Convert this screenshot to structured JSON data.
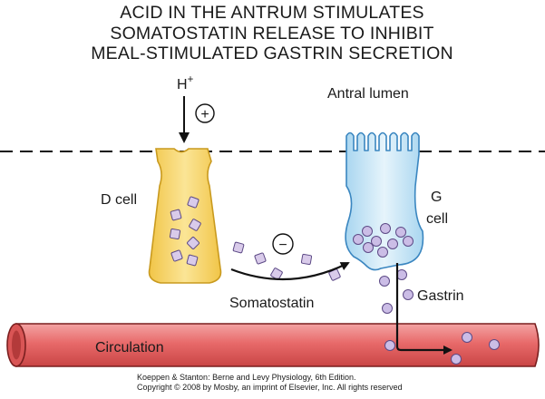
{
  "title": {
    "line1": "ACID IN THE ANTRUM STIMULATES",
    "line2": "SOMATOSTATIN RELEASE TO INHIBIT",
    "line3": "MEAL-STIMULATED GASTRIN SECRETION"
  },
  "labels": {
    "h_ion": "H",
    "h_charge": "+",
    "plus_sign": "+",
    "minus_sign": "−",
    "antral_lumen": "Antral lumen",
    "d_cell": "D cell",
    "g_cell_line1": "G",
    "g_cell_line2": "cell",
    "somatostatin": "Somatostatin",
    "gastrin": "Gastrin",
    "circulation": "Circulation"
  },
  "credit": {
    "line1": "Koeppen & Stanton: Berne and Levy Physiology, 6th Edition.",
    "line2": "Copyright © 2008 by Mosby, an imprint of Elsevier, Inc. All rights reserved"
  },
  "colors": {
    "d_cell_fill": "#f6d36b",
    "d_cell_stroke": "#c99a1e",
    "g_cell_fill": "#cfe9f7",
    "g_cell_stroke": "#3a86c0",
    "somatostatin_fill": "#d9cbea",
    "somatostatin_stroke": "#5d4a86",
    "gastrin_fill": "#cbbde6",
    "gastrin_stroke": "#5d4a86",
    "vessel_fill": "#e86a6a",
    "vessel_stroke": "#7a1f1f"
  }
}
